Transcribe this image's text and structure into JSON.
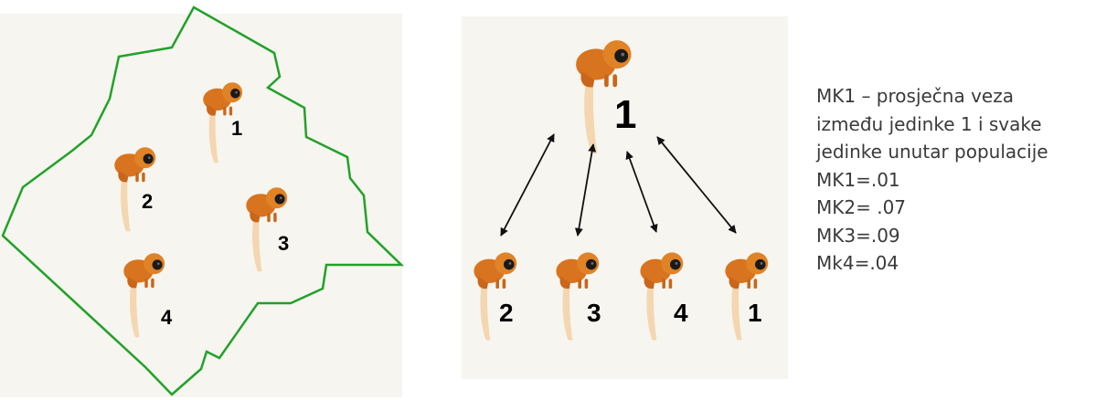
{
  "colors": {
    "panel_background": "#f6f5ef",
    "territory_border": "#22a12a",
    "monkey_fur": "#d8741f",
    "monkey_tail": "#f4d6b0",
    "monkey_face": "#1a1a1a",
    "arrow": "#111111",
    "caption_text": "#3a3a3a"
  },
  "left_panel": {
    "monkey_labels": [
      "1",
      "2",
      "3",
      "4"
    ]
  },
  "right_panel": {
    "top_label": "1",
    "bottom_labels": [
      "2",
      "3",
      "4",
      "1"
    ]
  },
  "caption": {
    "lines": [
      "MK1 – prosječna veza",
      "između jedinke 1 i svake",
      "jedinke unutar populacije",
      "MK1=.01",
      "MK2= .07",
      "MK3=.09",
      "Mk4=.04"
    ]
  }
}
